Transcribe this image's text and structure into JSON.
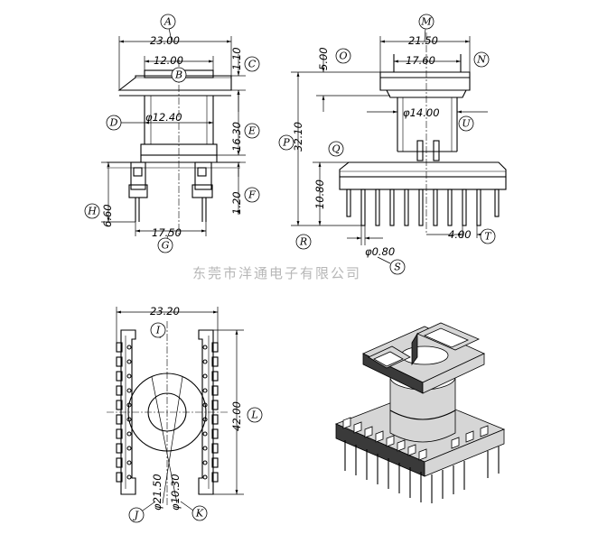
{
  "dimensions": {
    "d_23_00": "23.00",
    "d_12_00": "12.00",
    "d_1_10": "1.10",
    "d_12_40": "φ12.40",
    "d_16_30": "16.30",
    "d_1_20": "1.20",
    "d_6_60": "6.60",
    "d_17_50": "17.50",
    "d_21_50": "21.50",
    "d_17_60": "17.60",
    "d_5_00": "5.00",
    "d_14_00": "φ14.00",
    "d_32_10": "32.10",
    "d_10_80": "10.80",
    "d_0_80": "φ0.80",
    "d_4_00": "4.00",
    "d_23_20": "23.20",
    "d_42_00": "42.00",
    "d_21_50b": "φ21.50",
    "d_10_30": "φ10.30"
  },
  "labels": {
    "A": "A",
    "B": "B",
    "C": "C",
    "D": "D",
    "E": "E",
    "F": "F",
    "G": "G",
    "H": "H",
    "I": "I",
    "J": "J",
    "K": "K",
    "L": "L",
    "M": "M",
    "N": "N",
    "O": "O",
    "P": "P",
    "Q": "Q",
    "R": "R",
    "S": "S",
    "T": "T",
    "U": "U"
  },
  "watermark": "东莞市洋通电子有限公司"
}
